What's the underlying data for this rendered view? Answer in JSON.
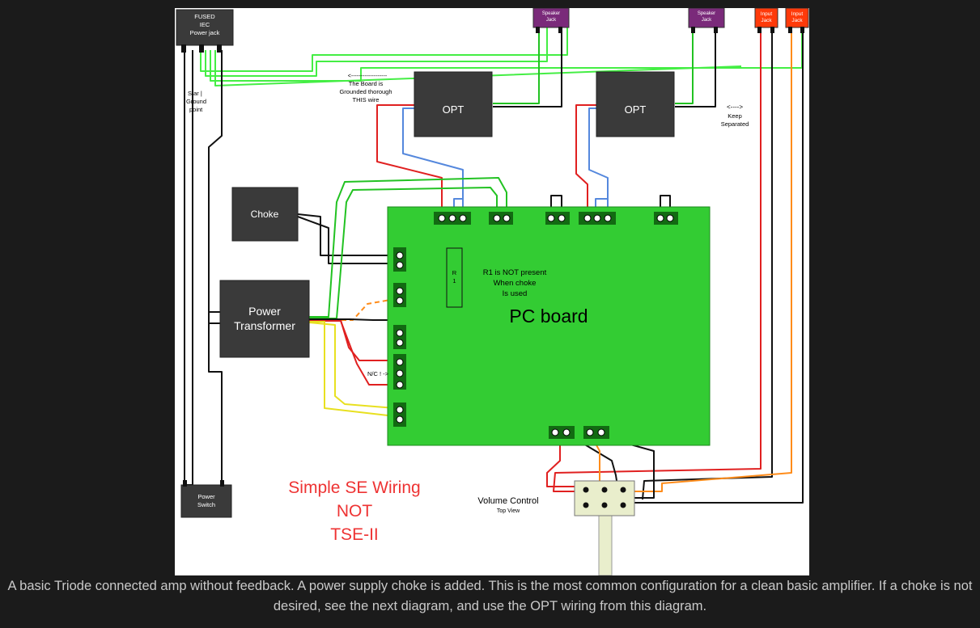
{
  "diagram": {
    "iec_jack": [
      "FUSED",
      "IEC",
      "Power jack"
    ],
    "speaker_jack": [
      "Speaker",
      "Jack"
    ],
    "input_jack": [
      "Input",
      "Jack"
    ],
    "opt": "OPT",
    "choke": "Choke",
    "power_transformer": [
      "Power",
      "Transformer"
    ],
    "power_switch": [
      "Power",
      "Switch"
    ],
    "star_ground": [
      "Star |",
      "Ground",
      "point"
    ],
    "board_ground_note": [
      "<-------------------",
      "The Board is",
      "Grounded thorough",
      "THIS wire"
    ],
    "keep_separated": [
      "<---->",
      "Keep",
      "Separated"
    ],
    "r1_label": [
      "R",
      "1"
    ],
    "r1_note": [
      "R1 is NOT present",
      "When choke",
      "Is used"
    ],
    "pc_board": "PC board",
    "nc_label": "N/C ! ->",
    "volume_control": "Volume Control",
    "volume_view": "Top View",
    "title": [
      "Simple SE Wiring",
      "NOT",
      "TSE-II"
    ]
  },
  "colors": {
    "board": "#33cc33",
    "box": "#3a3a3a",
    "speaker": "#7a2a7a",
    "input": "#ff3a0a",
    "wire_red": "#e02020",
    "wire_green": "#22c222",
    "wire_lime": "#44ee44",
    "wire_blue": "#5588dd",
    "wire_orange": "#ff8c1a",
    "wire_yellow": "#e8e020",
    "wire_black": "#111111",
    "title_red": "#ee3333"
  },
  "caption": "A basic Triode connected amp without feedback. A power supply choke is added. This is the most common configuration for a clean basic amplifier. If a choke is not desired, see the next diagram, and use the OPT wiring from this diagram."
}
